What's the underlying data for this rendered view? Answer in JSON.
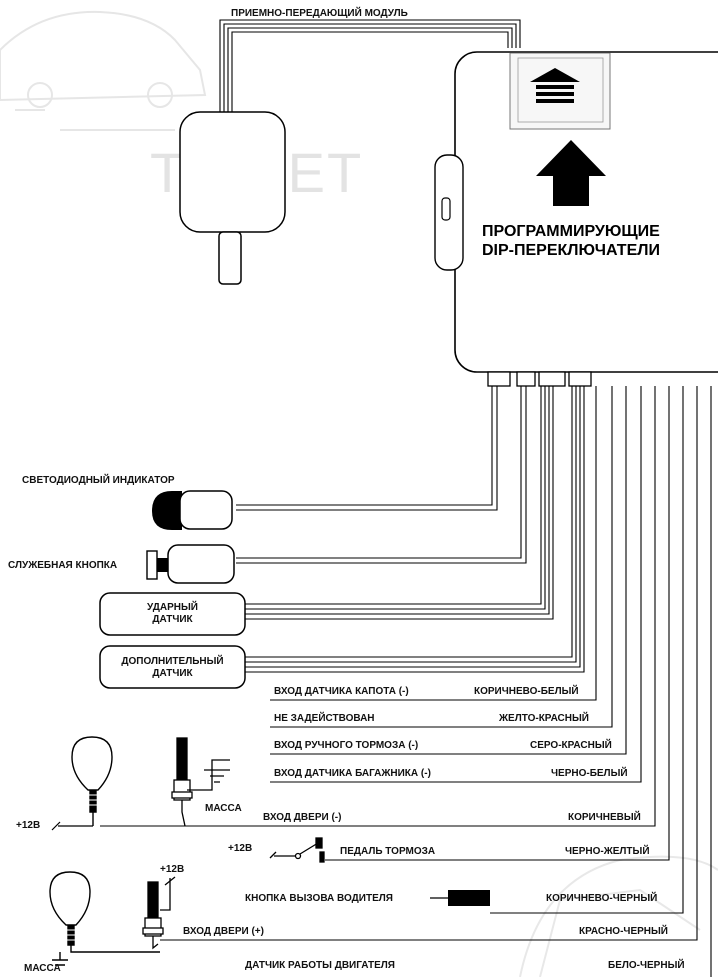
{
  "watermark": "TO SET",
  "module": {
    "rf_module": "ПРИЕМНО-ПЕРЕДАЮЩИЙ МОДУЛЬ",
    "dip_title_line1": "ПРОГРАММИРУЮЩИЕ",
    "dip_title_line2": "DIP-ПЕРЕКЛЮЧАТЕЛИ"
  },
  "devices": {
    "led": "СВЕТОДИОДНЫЙ ИНДИКАТОР",
    "service_button": "СЛУЖЕБНАЯ КНОПКА",
    "shock_sensor_line1": "УДАРНЫЙ",
    "shock_sensor_line2": "ДАТЧИК",
    "aux_sensor_line1": "ДОПОЛНИТЕЛЬНЫЙ",
    "aux_sensor_line2": "ДАТЧИК"
  },
  "wires": [
    {
      "function": "ВХОД ДАТЧИКА КАПОТА (-)",
      "color": "КОРИЧНЕВО-БЕЛЫЙ"
    },
    {
      "function": "НЕ ЗАДЕЙСТВОВАН",
      "color": "ЖЕЛТО-КРАСНЫЙ"
    },
    {
      "function": "ВХОД РУЧНОГО ТОРМОЗА (-)",
      "color": "СЕРО-КРАСНЫЙ"
    },
    {
      "function": "ВХОД ДАТЧИКА БАГАЖНИКА (-)",
      "color": "ЧЕРНО-БЕЛЫЙ"
    },
    {
      "function": "ВХОД ДВЕРИ (-)",
      "color": "КОРИЧНЕВЫЙ"
    },
    {
      "function": "ПЕДАЛЬ ТОРМОЗА",
      "color": "ЧЕРНО-ЖЕЛТЫЙ"
    },
    {
      "function": "КНОПКА ВЫЗОВА ВОДИТЕЛЯ",
      "color": "КОРИЧНЕВО-ЧЕРНЫЙ"
    },
    {
      "function": "ВХОД ДВЕРИ (+)",
      "color": "КРАСНО-ЧЕРНЫЙ"
    },
    {
      "function": "ДАТЧИК РАБОТЫ ДВИГАТЕЛЯ",
      "color": "БЕЛО-ЧЕРНЫЙ"
    }
  ],
  "misc": {
    "ground_1": "МАССА",
    "ground_2": "МАССА",
    "plus12_1": "+12В",
    "plus12_2": "+12В",
    "plus12_3": "+12В"
  }
}
